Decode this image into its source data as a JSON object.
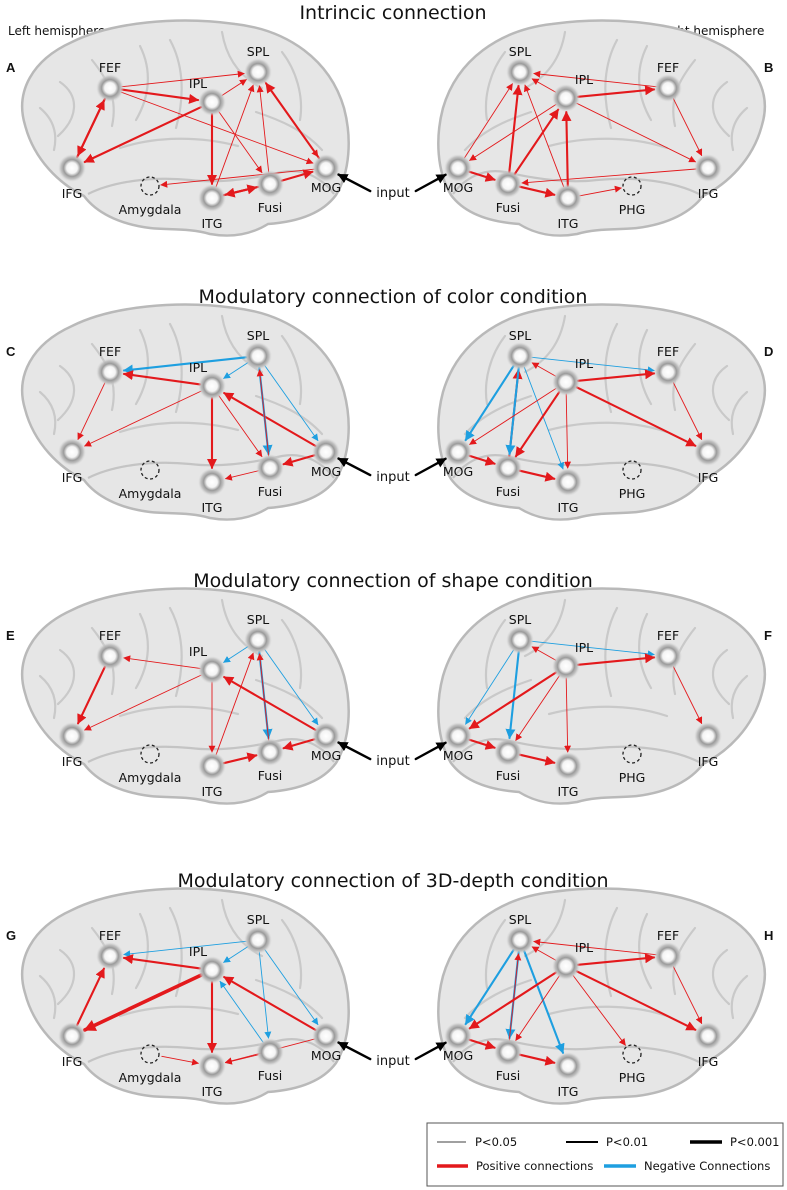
{
  "labels": {
    "left_hemisphere": "Left hemisphere",
    "right_hemisphere": "Right hemisphere",
    "input": "input"
  },
  "nodes": {
    "FEF": "FEF",
    "SPL": "SPL",
    "IPL": "IPL",
    "IFG": "IFG",
    "MOG": "MOG",
    "Fusi": "Fusi",
    "ITG": "ITG",
    "Amygdala": "Amygdala",
    "PHG": "PHG"
  },
  "colors": {
    "positive": "#e3191c",
    "negative": "#1e9fe0",
    "input": "#000000",
    "brain_fill": "#e6e6e6",
    "brain_outline": "#b9b9b9"
  },
  "rows": [
    {
      "title": "Intrincic connection",
      "left_panel": "A",
      "right_panel": "B",
      "left_connections": [
        {
          "from": "IPL",
          "to": "SPL",
          "sign": "positive",
          "level": "P<0.05"
        },
        {
          "from": "FEF",
          "to": "SPL",
          "sign": "positive",
          "level": "P<0.05"
        },
        {
          "from": "FEF",
          "to": "IPL",
          "sign": "positive",
          "level": "P<0.01"
        },
        {
          "from": "IPL",
          "to": "IFG",
          "sign": "positive",
          "level": "P<0.01"
        },
        {
          "from": "IFG",
          "to": "FEF",
          "sign": "positive",
          "level": "P<0.01"
        },
        {
          "from": "FEF",
          "to": "IFG",
          "sign": "positive",
          "level": "P<0.01"
        },
        {
          "from": "MOG",
          "to": "SPL",
          "sign": "positive",
          "level": "P<0.01"
        },
        {
          "from": "SPL",
          "to": "MOG",
          "sign": "positive",
          "level": "P<0.05"
        },
        {
          "from": "FEF",
          "to": "MOG",
          "sign": "positive",
          "level": "P<0.05"
        },
        {
          "from": "IPL",
          "to": "ITG",
          "sign": "positive",
          "level": "P<0.01"
        },
        {
          "from": "ITG",
          "to": "SPL",
          "sign": "positive",
          "level": "P<0.05"
        },
        {
          "from": "IPL",
          "to": "Fusi",
          "sign": "positive",
          "level": "P<0.05"
        },
        {
          "from": "Fusi",
          "to": "SPL",
          "sign": "positive",
          "level": "P<0.05"
        },
        {
          "from": "ITG",
          "to": "Fusi",
          "sign": "positive",
          "level": "P<0.01"
        },
        {
          "from": "Fusi",
          "to": "ITG",
          "sign": "positive",
          "level": "P<0.01"
        },
        {
          "from": "Fusi",
          "to": "MOG",
          "sign": "positive",
          "level": "P<0.01"
        },
        {
          "from": "MOG",
          "to": "Amygdala",
          "sign": "positive",
          "level": "P<0.05"
        }
      ],
      "right_connections": [
        {
          "from": "IPL",
          "to": "SPL",
          "sign": "positive",
          "level": "P<0.05"
        },
        {
          "from": "FEF",
          "to": "SPL",
          "sign": "positive",
          "level": "P<0.05"
        },
        {
          "from": "IPL",
          "to": "FEF",
          "sign": "positive",
          "level": "P<0.01"
        },
        {
          "from": "FEF",
          "to": "IFG",
          "sign": "positive",
          "level": "P<0.05"
        },
        {
          "from": "IPL",
          "to": "IFG",
          "sign": "positive",
          "level": "P<0.05"
        },
        {
          "from": "MOG",
          "to": "SPL",
          "sign": "positive",
          "level": "P<0.05"
        },
        {
          "from": "IPL",
          "to": "MOG",
          "sign": "positive",
          "level": "P<0.05"
        },
        {
          "from": "Fusi",
          "to": "SPL",
          "sign": "positive",
          "level": "P<0.01"
        },
        {
          "from": "ITG",
          "to": "SPL",
          "sign": "positive",
          "level": "P<0.05"
        },
        {
          "from": "Fusi",
          "to": "IPL",
          "sign": "positive",
          "level": "P<0.01"
        },
        {
          "from": "ITG",
          "to": "IPL",
          "sign": "positive",
          "level": "P<0.01"
        },
        {
          "from": "MOG",
          "to": "Fusi",
          "sign": "positive",
          "level": "P<0.01"
        },
        {
          "from": "Fusi",
          "to": "ITG",
          "sign": "positive",
          "level": "P<0.01"
        },
        {
          "from": "ITG",
          "to": "PHG",
          "sign": "positive",
          "level": "P<0.05"
        },
        {
          "from": "IFG",
          "to": "Fusi",
          "sign": "positive",
          "level": "P<0.05"
        }
      ]
    },
    {
      "title": "Modulatory connection of  color condition",
      "left_panel": "C",
      "right_panel": "D",
      "left_connections": [
        {
          "from": "SPL",
          "to": "FEF",
          "sign": "negative",
          "level": "P<0.01"
        },
        {
          "from": "SPL",
          "to": "IPL",
          "sign": "negative",
          "level": "P<0.05"
        },
        {
          "from": "IPL",
          "to": "FEF",
          "sign": "positive",
          "level": "P<0.01"
        },
        {
          "from": "FEF",
          "to": "IFG",
          "sign": "positive",
          "level": "P<0.05"
        },
        {
          "from": "IPL",
          "to": "IFG",
          "sign": "positive",
          "level": "P<0.05"
        },
        {
          "from": "IPL",
          "to": "ITG",
          "sign": "positive",
          "level": "P<0.01"
        },
        {
          "from": "IPL",
          "to": "Fusi",
          "sign": "positive",
          "level": "P<0.05"
        },
        {
          "from": "MOG",
          "to": "IPL",
          "sign": "positive",
          "level": "P<0.01"
        },
        {
          "from": "SPL",
          "to": "Fusi",
          "sign": "negative",
          "level": "P<0.01"
        },
        {
          "from": "SPL",
          "to": "MOG",
          "sign": "negative",
          "level": "P<0.05"
        },
        {
          "from": "Fusi",
          "to": "SPL",
          "sign": "positive",
          "level": "P<0.05"
        },
        {
          "from": "MOG",
          "to": "Fusi",
          "sign": "positive",
          "level": "P<0.01"
        },
        {
          "from": "Fusi",
          "to": "ITG",
          "sign": "positive",
          "level": "P<0.05"
        }
      ],
      "right_connections": [
        {
          "from": "SPL",
          "to": "FEF",
          "sign": "negative",
          "level": "P<0.05"
        },
        {
          "from": "IPL",
          "to": "FEF",
          "sign": "positive",
          "level": "P<0.01"
        },
        {
          "from": "IPL",
          "to": "SPL",
          "sign": "positive",
          "level": "P<0.05"
        },
        {
          "from": "FEF",
          "to": "IFG",
          "sign": "positive",
          "level": "P<0.05"
        },
        {
          "from": "IPL",
          "to": "IFG",
          "sign": "positive",
          "level": "P<0.01"
        },
        {
          "from": "SPL",
          "to": "MOG",
          "sign": "negative",
          "level": "P<0.01"
        },
        {
          "from": "Fusi",
          "to": "SPL",
          "sign": "positive",
          "level": "P<0.01"
        },
        {
          "from": "SPL",
          "to": "Fusi",
          "sign": "negative",
          "level": "P<0.01"
        },
        {
          "from": "SPL",
          "to": "ITG",
          "sign": "negative",
          "level": "P<0.05"
        },
        {
          "from": "IPL",
          "to": "MOG",
          "sign": "positive",
          "level": "P<0.05"
        },
        {
          "from": "IPL",
          "to": "Fusi",
          "sign": "positive",
          "level": "P<0.01"
        },
        {
          "from": "IPL",
          "to": "ITG",
          "sign": "positive",
          "level": "P<0.05"
        },
        {
          "from": "MOG",
          "to": "Fusi",
          "sign": "positive",
          "level": "P<0.01"
        },
        {
          "from": "Fusi",
          "to": "ITG",
          "sign": "positive",
          "level": "P<0.01"
        }
      ]
    },
    {
      "title": "Modulatory connection of shape condition",
      "left_panel": "E",
      "right_panel": "F",
      "left_connections": [
        {
          "from": "IPL",
          "to": "FEF",
          "sign": "positive",
          "level": "P<0.05"
        },
        {
          "from": "FEF",
          "to": "IFG",
          "sign": "positive",
          "level": "P<0.01"
        },
        {
          "from": "IPL",
          "to": "IFG",
          "sign": "positive",
          "level": "P<0.05"
        },
        {
          "from": "SPL",
          "to": "IPL",
          "sign": "negative",
          "level": "P<0.05"
        },
        {
          "from": "SPL",
          "to": "Fusi",
          "sign": "negative",
          "level": "P<0.01"
        },
        {
          "from": "SPL",
          "to": "MOG",
          "sign": "negative",
          "level": "P<0.05"
        },
        {
          "from": "ITG",
          "to": "SPL",
          "sign": "positive",
          "level": "P<0.05"
        },
        {
          "from": "Fusi",
          "to": "SPL",
          "sign": "positive",
          "level": "P<0.05"
        },
        {
          "from": "IPL",
          "to": "ITG",
          "sign": "positive",
          "level": "P<0.05"
        },
        {
          "from": "MOG",
          "to": "IPL",
          "sign": "positive",
          "level": "P<0.01"
        },
        {
          "from": "ITG",
          "to": "Fusi",
          "sign": "positive",
          "level": "P<0.01"
        },
        {
          "from": "MOG",
          "to": "Fusi",
          "sign": "positive",
          "level": "P<0.01"
        }
      ],
      "right_connections": [
        {
          "from": "SPL",
          "to": "FEF",
          "sign": "negative",
          "level": "P<0.05"
        },
        {
          "from": "IPL",
          "to": "FEF",
          "sign": "positive",
          "level": "P<0.01"
        },
        {
          "from": "IPL",
          "to": "SPL",
          "sign": "positive",
          "level": "P<0.05"
        },
        {
          "from": "FEF",
          "to": "IFG",
          "sign": "positive",
          "level": "P<0.05"
        },
        {
          "from": "SPL",
          "to": "MOG",
          "sign": "negative",
          "level": "P<0.05"
        },
        {
          "from": "SPL",
          "to": "Fusi",
          "sign": "negative",
          "level": "P<0.01"
        },
        {
          "from": "IPL",
          "to": "MOG",
          "sign": "positive",
          "level": "P<0.01"
        },
        {
          "from": "IPL",
          "to": "Fusi",
          "sign": "positive",
          "level": "P<0.05"
        },
        {
          "from": "IPL",
          "to": "ITG",
          "sign": "positive",
          "level": "P<0.05"
        },
        {
          "from": "MOG",
          "to": "Fusi",
          "sign": "positive",
          "level": "P<0.01"
        },
        {
          "from": "Fusi",
          "to": "ITG",
          "sign": "positive",
          "level": "P<0.01"
        }
      ]
    },
    {
      "title": "Modulatory connection of  3D-depth condition",
      "left_panel": "G",
      "right_panel": "H",
      "left_connections": [
        {
          "from": "SPL",
          "to": "FEF",
          "sign": "negative",
          "level": "P<0.05"
        },
        {
          "from": "SPL",
          "to": "IPL",
          "sign": "negative",
          "level": "P<0.05"
        },
        {
          "from": "IPL",
          "to": "FEF",
          "sign": "positive",
          "level": "P<0.01"
        },
        {
          "from": "IFG",
          "to": "FEF",
          "sign": "positive",
          "level": "P<0.01"
        },
        {
          "from": "IPL",
          "to": "IFG",
          "sign": "positive",
          "level": "P<0.001"
        },
        {
          "from": "IPL",
          "to": "ITG",
          "sign": "positive",
          "level": "P<0.01"
        },
        {
          "from": "SPL",
          "to": "Fusi",
          "sign": "negative",
          "level": "P<0.05"
        },
        {
          "from": "SPL",
          "to": "MOG",
          "sign": "negative",
          "level": "P<0.05"
        },
        {
          "from": "Fusi",
          "to": "IPL",
          "sign": "negative",
          "level": "P<0.05"
        },
        {
          "from": "MOG",
          "to": "IPL",
          "sign": "positive",
          "level": "P<0.01"
        },
        {
          "from": "MOG",
          "to": "ITG",
          "sign": "positive",
          "level": "P<0.05"
        },
        {
          "from": "Fusi",
          "to": "ITG",
          "sign": "positive",
          "level": "P<0.05"
        },
        {
          "from": "Amygdala",
          "to": "ITG",
          "sign": "positive",
          "level": "P<0.05"
        }
      ],
      "right_connections": [
        {
          "from": "FEF",
          "to": "SPL",
          "sign": "positive",
          "level": "P<0.05"
        },
        {
          "from": "IPL",
          "to": "SPL",
          "sign": "positive",
          "level": "P<0.05"
        },
        {
          "from": "IPL",
          "to": "FEF",
          "sign": "positive",
          "level": "P<0.01"
        },
        {
          "from": "FEF",
          "to": "IFG",
          "sign": "positive",
          "level": "P<0.05"
        },
        {
          "from": "IPL",
          "to": "IFG",
          "sign": "positive",
          "level": "P<0.01"
        },
        {
          "from": "SPL",
          "to": "MOG",
          "sign": "negative",
          "level": "P<0.01"
        },
        {
          "from": "SPL",
          "to": "Fusi",
          "sign": "negative",
          "level": "P<0.01"
        },
        {
          "from": "SPL",
          "to": "ITG",
          "sign": "negative",
          "level": "P<0.01"
        },
        {
          "from": "Fusi",
          "to": "SPL",
          "sign": "positive",
          "level": "P<0.05"
        },
        {
          "from": "IPL",
          "to": "MOG",
          "sign": "positive",
          "level": "P<0.01"
        },
        {
          "from": "IPL",
          "to": "Fusi",
          "sign": "positive",
          "level": "P<0.05"
        },
        {
          "from": "IPL",
          "to": "PHG",
          "sign": "positive",
          "level": "P<0.05"
        },
        {
          "from": "MOG",
          "to": "Fusi",
          "sign": "positive",
          "level": "P<0.01"
        },
        {
          "from": "Fusi",
          "to": "ITG",
          "sign": "positive",
          "level": "P<0.01"
        }
      ]
    }
  ],
  "legend": {
    "p05": "P<0.05",
    "p01": "P<0.01",
    "p001": "P<0.001",
    "positive": "Positive connections",
    "negative": "Negative Connections"
  }
}
